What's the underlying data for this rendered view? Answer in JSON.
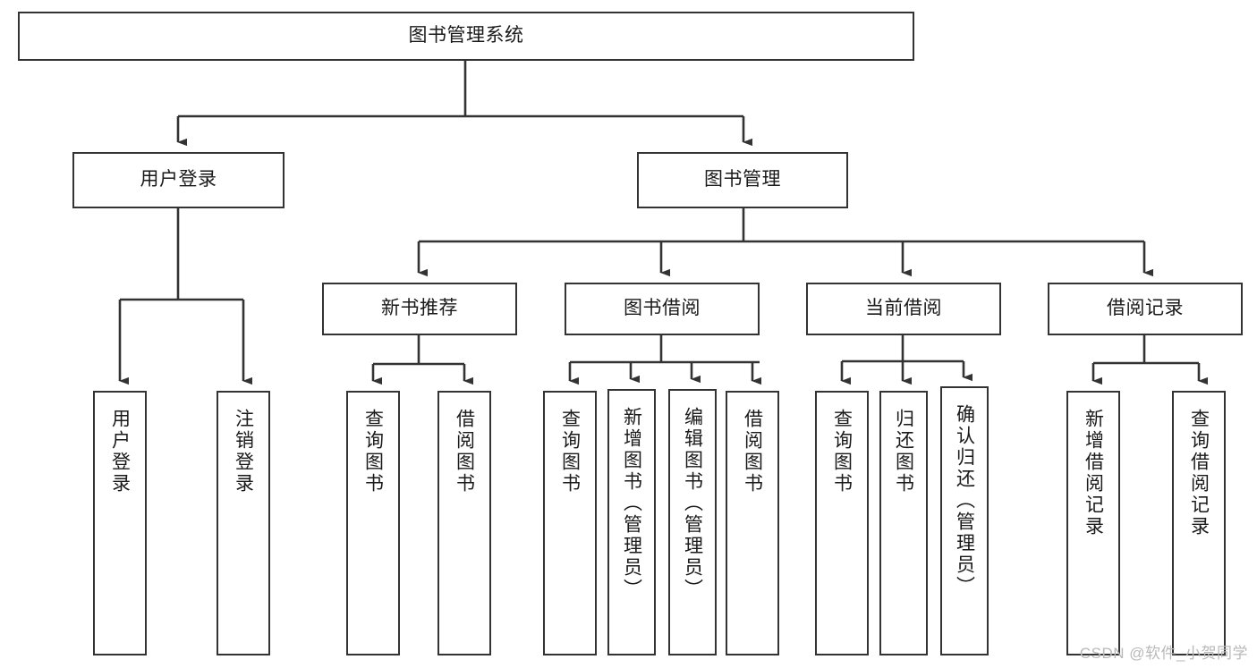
{
  "diagram": {
    "title": "图书管理系统",
    "type": "tree-hierarchy",
    "watermark": "CSDN @软件_小贺同学",
    "colors": {
      "background": "#ffffff",
      "node_border": "#333333",
      "node_fill": "#ffffff",
      "edge": "#333333",
      "text": "#1a1a1a",
      "watermark": "#b9b9b9"
    }
  },
  "nodes": {
    "root": {
      "label": "图书管理系统"
    },
    "level1": [
      {
        "id": "user-login",
        "label": "用户登录"
      },
      {
        "id": "book-manage",
        "label": "图书管理"
      }
    ],
    "level2": [
      {
        "id": "new-book-recommend",
        "label": "新书推荐"
      },
      {
        "id": "book-borrow",
        "label": "图书借阅"
      },
      {
        "id": "current-borrow",
        "label": "当前借阅"
      },
      {
        "id": "borrow-record",
        "label": "借阅记录"
      }
    ],
    "leaves": {
      "user_login": [
        {
          "id": "leaf-user-login",
          "label": "用户登录"
        },
        {
          "id": "leaf-logout-login",
          "label": "注销登录"
        }
      ],
      "new_book_recommend": [
        {
          "id": "leaf-query-book-1",
          "label": "查询图书"
        },
        {
          "id": "leaf-borrow-book-1",
          "label": "借阅图书"
        }
      ],
      "book_borrow": [
        {
          "id": "leaf-query-book-2",
          "label": "查询图书"
        },
        {
          "id": "leaf-add-book",
          "label": "新增图书（管理员）"
        },
        {
          "id": "leaf-edit-book",
          "label": "编辑图书（管理员）"
        },
        {
          "id": "leaf-borrow-book-2",
          "label": "借阅图书"
        }
      ],
      "current_borrow": [
        {
          "id": "leaf-query-book-3",
          "label": "查询图书"
        },
        {
          "id": "leaf-return-book",
          "label": "归还图书"
        },
        {
          "id": "leaf-confirm-return",
          "label": "确认归还（管理员）"
        }
      ],
      "borrow_record": [
        {
          "id": "leaf-add-record",
          "label": "新增借阅记录"
        },
        {
          "id": "leaf-query-record",
          "label": "查询借阅记录"
        }
      ]
    }
  }
}
